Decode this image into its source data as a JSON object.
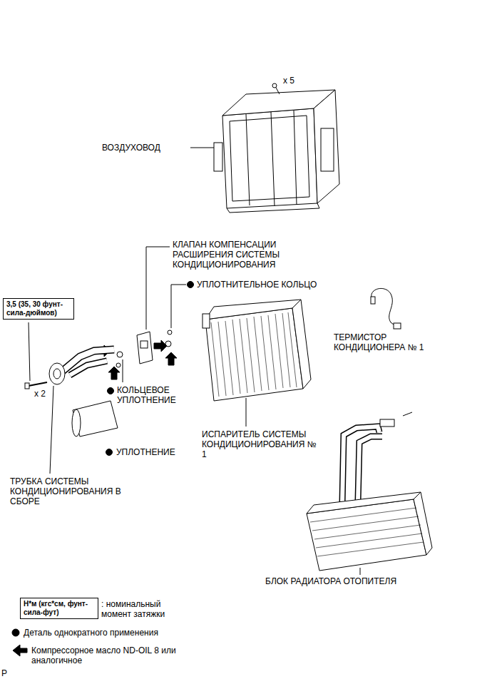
{
  "diagram": {
    "nodes": [
      {
        "text": [
          "3,5 (35, 30 фунт-сила-дюймов)"
        ]
      },
      {
        "text": [
          "Н*м (кгс*см, фунт-сила-фут)"
        ]
      }
    ],
    "labels": [
      "x 5",
      "ВОЗДУХОВОД",
      "КЛАПАН КОМПЕНСАЦИИ РАСШИРЕНИЯ СИСТЕМЫ КОНДИЦИОНИРОВАНИЯ",
      "УПЛОТНИТЕЛЬНОЕ КОЛЬЦО",
      "ТЕРМИСТОР КОНДИЦИОНЕРА № 1",
      "x 2",
      "КОЛЬЦЕВОЕ УПЛОТНЕНИЕ",
      "УПЛОТНЕНИЕ",
      "ИСПАРИТЕЛЬ СИСТЕМЫ КОНДИЦИОНИРОВАНИЯ № 1",
      "ТРУБКА СИСТЕМЫ КОНДИЦИОНИРОВАНИЯ В СБОРЕ",
      "БЛОК РАДИАТОРА ОТОПИТЕЛЯ",
      "P"
    ],
    "legend": [
      {
        "text": ": номинальный момент затяжки"
      },
      {
        "text": "Деталь однократного применения"
      },
      {
        "text": "Компрессорное масло ND-OIL 8 или аналогичное"
      }
    ]
  }
}
